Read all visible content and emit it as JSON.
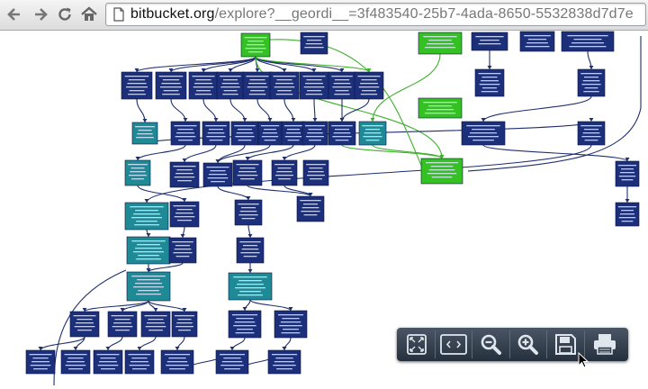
{
  "browser": {
    "url_host": "bitbucket.org",
    "url_path": "/explore?__geordi__=3f483540-25b7-4ada-8650-5532838d7d7e"
  },
  "graph": {
    "colors": {
      "navy": "#1b2f7a",
      "teal": "#1e8a96",
      "green": "#34c222",
      "edge_navy": "#1e2f6e",
      "edge_green": "#3cb02a"
    }
  },
  "toolbar": {
    "buttons": [
      "zoom-to-fit",
      "fit-width",
      "zoom-out",
      "zoom-in",
      "save",
      "print"
    ]
  }
}
